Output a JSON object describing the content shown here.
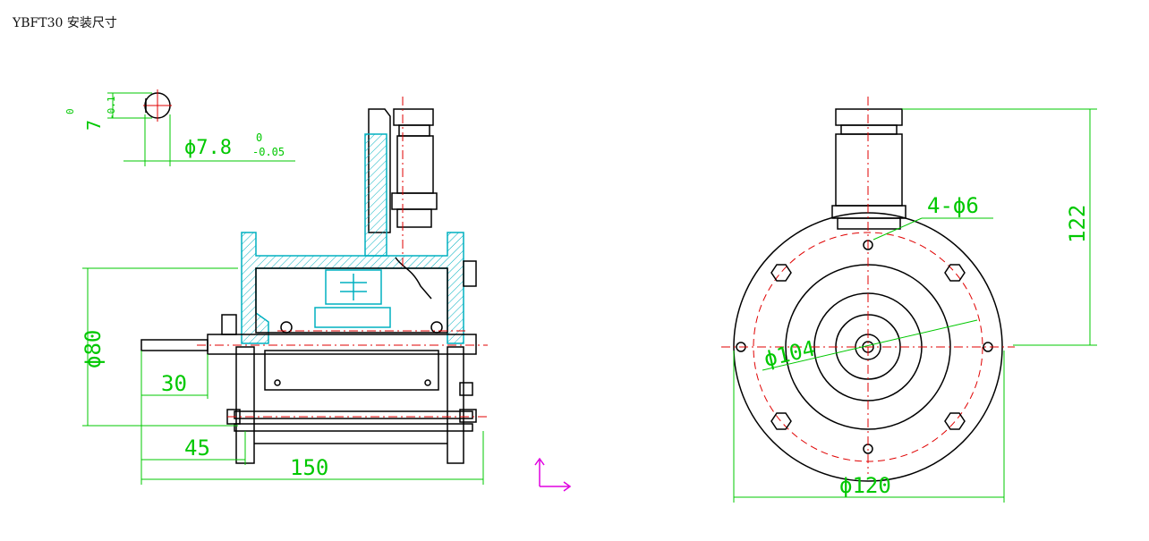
{
  "title": "YBFT30 安装尺寸",
  "detail": {
    "dia_label": "ϕ7.8",
    "dia_tol_upper": "0",
    "dia_tol_lower": "-0.05",
    "flat_label": "7",
    "flat_tol_upper": "0",
    "flat_tol_lower": "-0.1"
  },
  "side_view": {
    "body_dia": "ϕ80",
    "shaft_len": "30",
    "mount_dist": "45",
    "total_len": "150"
  },
  "front_view": {
    "holes": "4-ϕ6",
    "pcd": "ϕ104",
    "flange_dia": "ϕ120",
    "height": "122"
  },
  "colors": {
    "outline": "#000000",
    "dimension": "#00c800",
    "centerline": "#e00000",
    "hatch": "#00b0c0",
    "axes": "#e000e0"
  }
}
